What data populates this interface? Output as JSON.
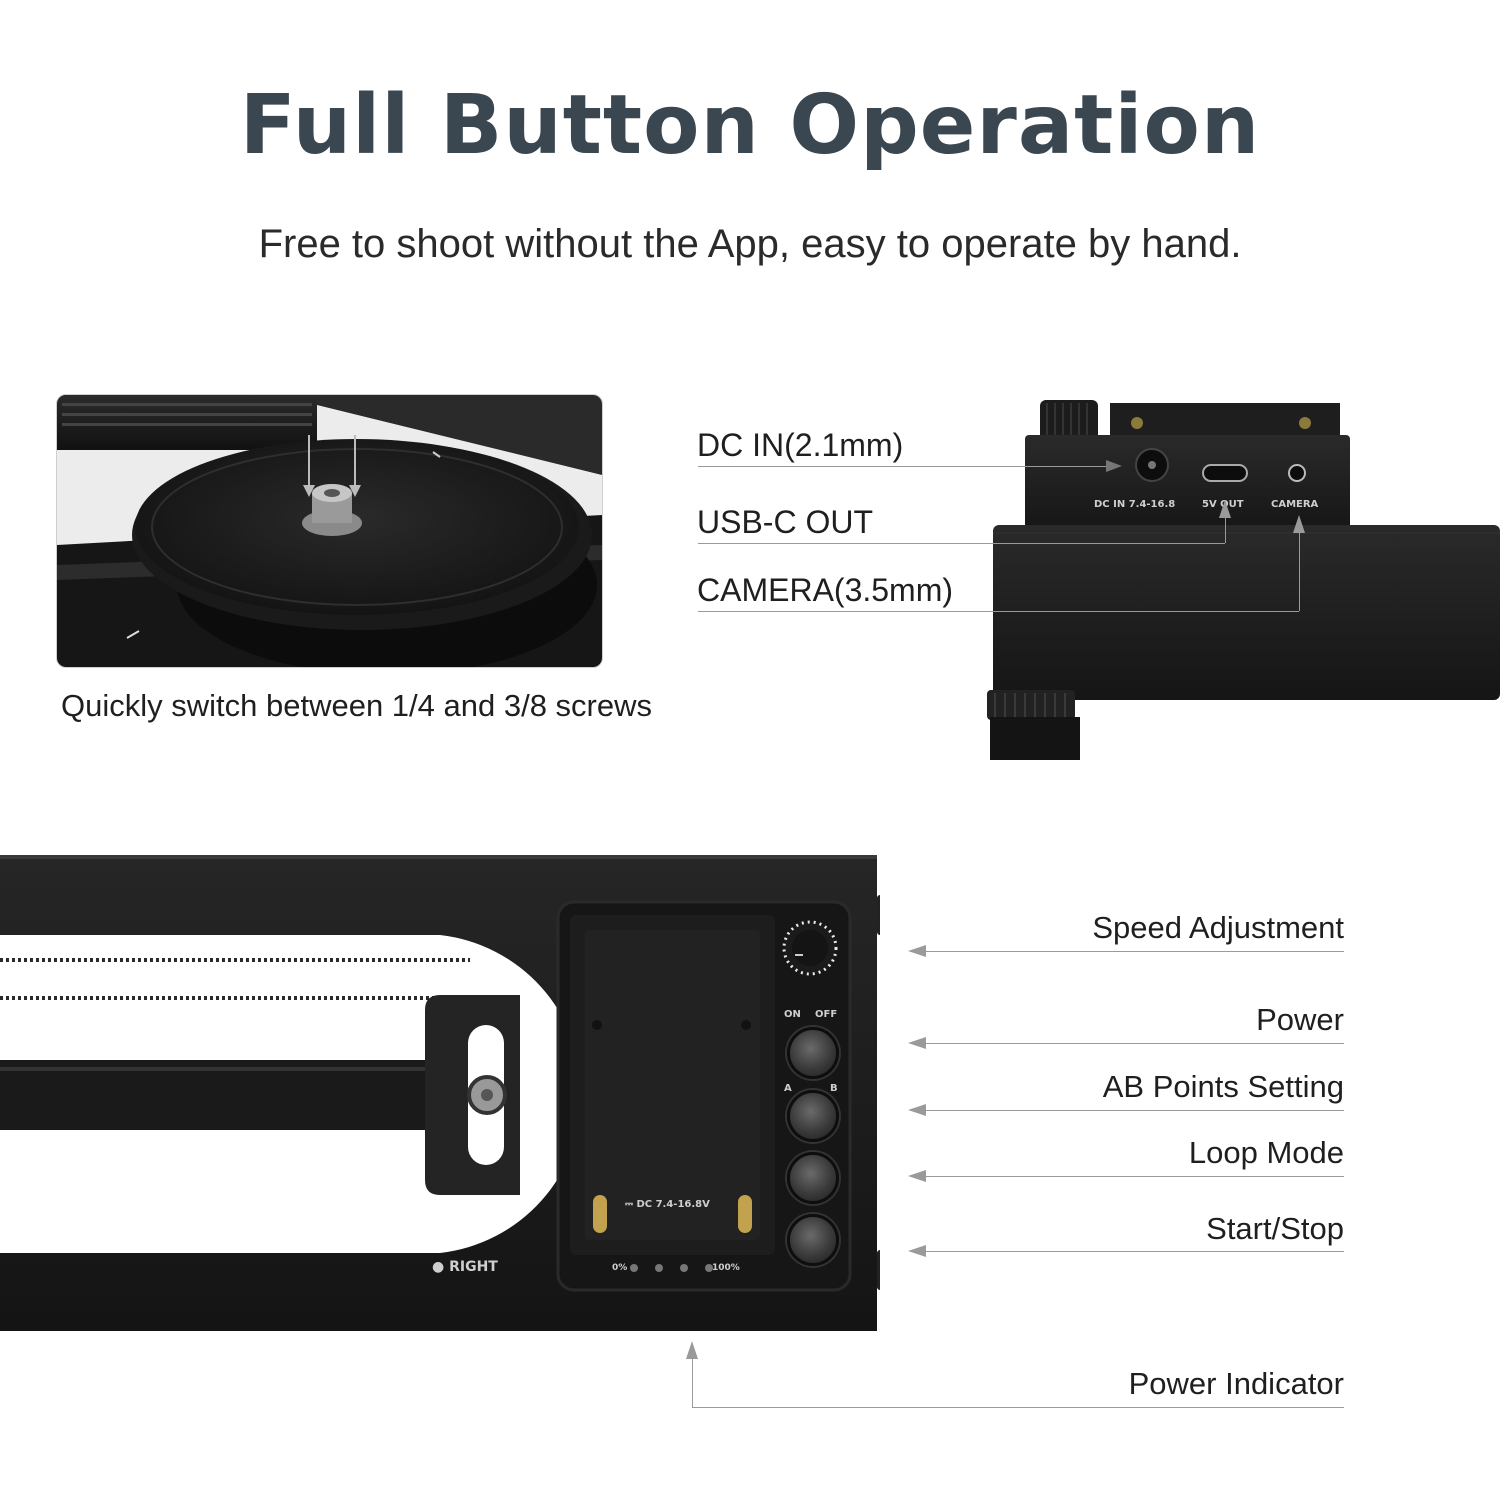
{
  "header": {
    "title": "Full Button Operation",
    "subtitle": "Free to shoot without the App, easy to operate by hand."
  },
  "top_left": {
    "caption": "Quickly switch between 1/4 and 3/8 screws"
  },
  "top_right": {
    "callouts": [
      "DC IN(2.1mm)",
      "USB-C OUT",
      "CAMERA(3.5mm)"
    ],
    "port_labels": [
      "DC IN 7.4-16.8",
      "5V OUT",
      "CAMERA"
    ]
  },
  "bottom": {
    "callouts": [
      "Speed Adjustment",
      "Power",
      "AB Points Setting",
      "Loop Mode",
      "Start/Stop",
      "Power Indicator"
    ],
    "device_labels": {
      "on": "ON",
      "off": "OFF",
      "a": "A",
      "b": "B",
      "dc": "⎓ DC 7.4-16.8V",
      "low": "0%",
      "high": "100%",
      "right": "● RIGHT"
    }
  }
}
